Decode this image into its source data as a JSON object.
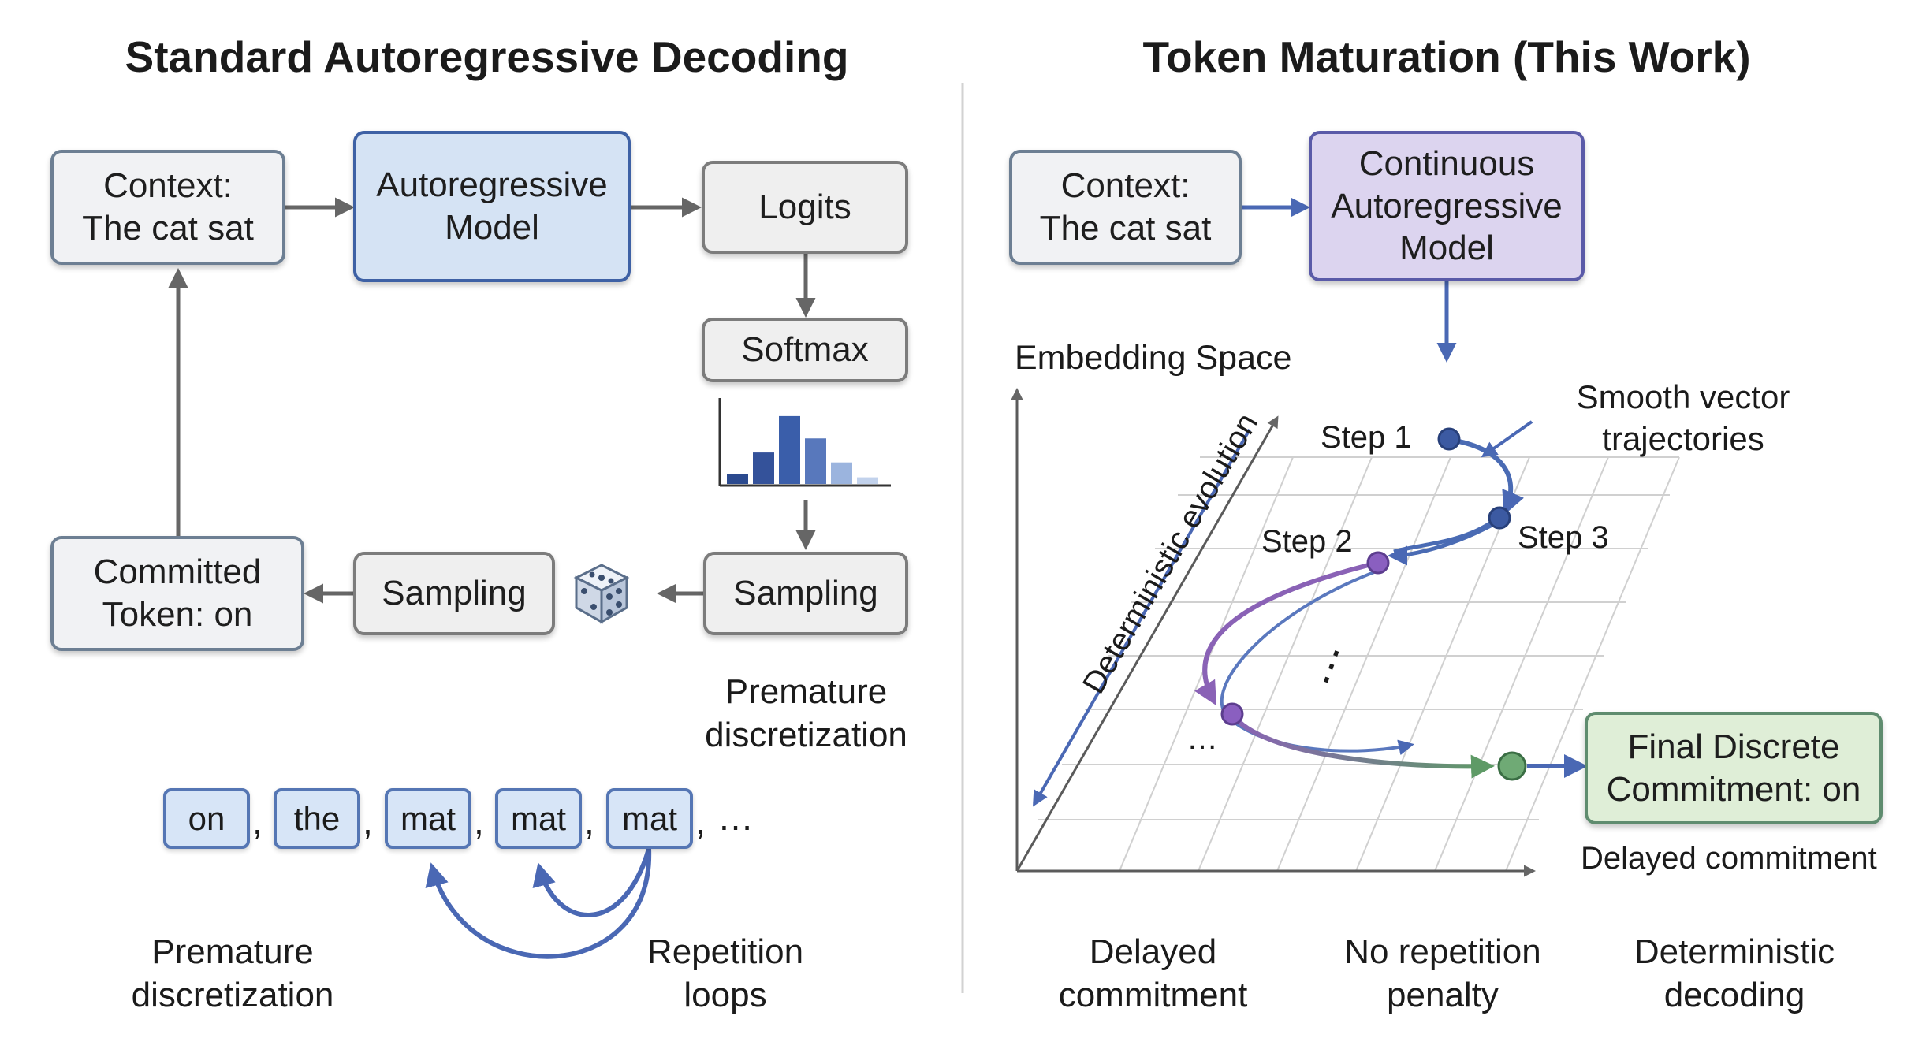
{
  "left": {
    "title": "Standard Autoregressive Decoding",
    "context": {
      "line1": "Context:",
      "line2": "The cat sat"
    },
    "model": {
      "line1": "Autoregressive",
      "line2": "Model"
    },
    "logits": "Logits",
    "softmax": "Softmax",
    "sampling_right": "Sampling",
    "sampling_left": "Sampling",
    "committed": {
      "line1": "Committed",
      "line2": "Token: on"
    },
    "annotation_premature": {
      "line1": "Premature",
      "line2": "discretization"
    },
    "tokens": [
      "on",
      "the",
      "mat",
      "mat",
      "mat"
    ],
    "separator": ",",
    "ellipsis": "…",
    "bottom_premature": {
      "line1": "Premature",
      "line2": "discretization"
    },
    "bottom_repetition": {
      "line1": "Repetition",
      "line2": "loops"
    },
    "histogram_values": [
      0.12,
      0.38,
      0.82,
      0.55,
      0.26,
      0.08
    ],
    "colors": {
      "model_fill": "#d5e3f4",
      "model_border": "#3e61a5",
      "arrow": "#666666",
      "loop": "#4a68b4"
    }
  },
  "right": {
    "title": "Token Maturation (This Work)",
    "context": {
      "line1": "Context:",
      "line2": "The cat sat"
    },
    "model": {
      "line1": "Continuous",
      "line2": "Autoregressive",
      "line3": "Model"
    },
    "embedding_space": "Embedding Space",
    "evolution": "Deterministic evolution",
    "smooth": {
      "line1": "Smooth vector",
      "line2": "trajectories"
    },
    "step1": "Step 1",
    "step2": "Step 2",
    "step3": "Step 3",
    "dots_mid": "⋮",
    "dots_low": "…",
    "final": {
      "line1": "Final Discrete",
      "line2": "Commitment: on"
    },
    "delayed_note": "Delayed commitment",
    "bottom_delayed": {
      "line1": "Delayed",
      "line2": "commitment"
    },
    "bottom_norep": {
      "line1": "No repetition",
      "line2": "penalty"
    },
    "bottom_det": {
      "line1": "Deterministic",
      "line2": "decoding"
    },
    "colors": {
      "model_fill": "#dcd4ef",
      "model_border": "#5a5aa8",
      "final_fill": "#dfeed7",
      "trajectory": "#4a6bb4",
      "purple": "#8a62b6",
      "green": "#5e9a66"
    }
  }
}
